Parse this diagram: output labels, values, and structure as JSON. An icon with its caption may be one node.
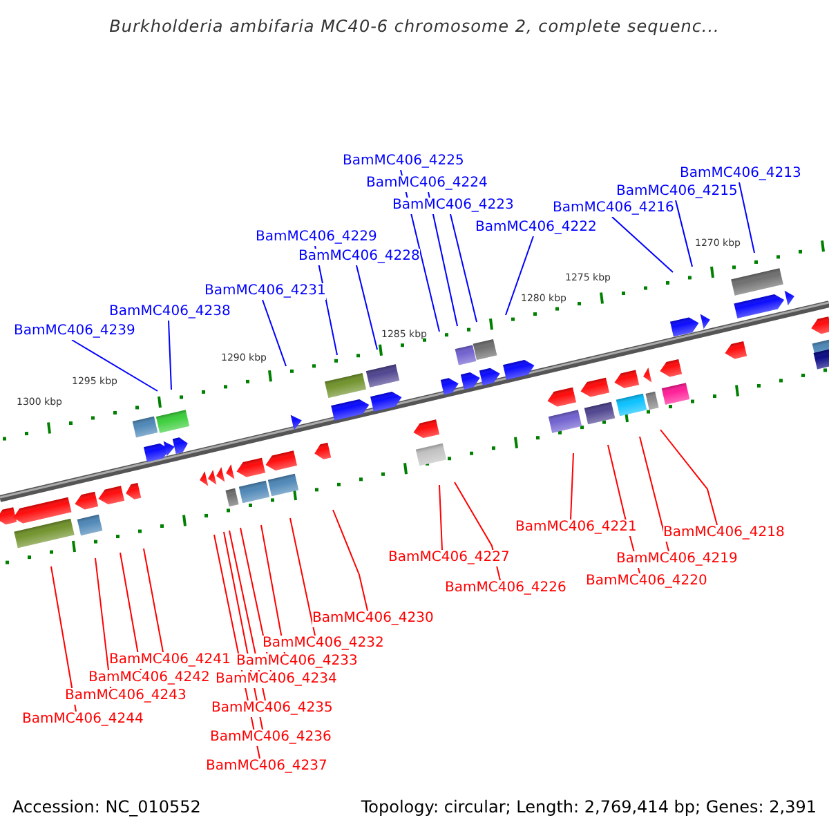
{
  "diagram": {
    "title": "Burkholderia ambifaria MC40-6 chromosome 2, complete sequenc...",
    "nodes": [
      {
        "text": [
          "BamMC406_4225"
        ]
      },
      {
        "text": [
          "BamMC406_4213"
        ]
      },
      {
        "text": [
          "BamMC406_4224"
        ]
      },
      {
        "text": [
          "BamMC406_4215"
        ]
      },
      {
        "text": [
          "BamMC406_4223"
        ]
      },
      {
        "text": [
          "BamMC406_4216"
        ]
      },
      {
        "text": [
          "BamMC406_4222"
        ]
      },
      {
        "text": [
          "BamMC406_4229"
        ]
      },
      {
        "text": [
          "BamMC406_4228"
        ]
      },
      {
        "text": [
          "BamMC406_4231"
        ]
      },
      {
        "text": [
          "BamMC406_4238"
        ]
      },
      {
        "text": [
          "BamMC406_4239"
        ]
      },
      {
        "text": [
          "BamMC406_4221"
        ]
      },
      {
        "text": [
          "BamMC406_4218"
        ]
      },
      {
        "text": [
          "BamMC406_4227"
        ]
      },
      {
        "text": [
          "BamMC406_4219"
        ]
      },
      {
        "text": [
          "BamMC406_4220"
        ]
      },
      {
        "text": [
          "BamMC406_4226"
        ]
      },
      {
        "text": [
          "BamMC406_4230"
        ]
      },
      {
        "text": [
          "BamMC406_4232"
        ]
      },
      {
        "text": [
          "BamMC406_4241"
        ]
      },
      {
        "text": [
          "BamMC406_4233"
        ]
      },
      {
        "text": [
          "BamMC406_4242"
        ]
      },
      {
        "text": [
          "BamMC406_4234"
        ]
      },
      {
        "text": [
          "BamMC406_4243"
        ]
      },
      {
        "text": [
          "BamMC406_4235"
        ]
      },
      {
        "text": [
          "BamMC406_4244"
        ]
      },
      {
        "text": [
          "BamMC406_4236"
        ]
      },
      {
        "text": [
          "BamMC406_4237"
        ]
      }
    ],
    "edges": [
      {
        "from": 0,
        "to": null,
        "arrow": "none",
        "color": "#0000ff"
      },
      {
        "from": 1,
        "to": null,
        "arrow": "none",
        "color": "#0000ff"
      },
      {
        "from": 2,
        "to": null,
        "arrow": "none",
        "color": "#0000ff"
      },
      {
        "from": 3,
        "to": null,
        "arrow": "none",
        "color": "#0000ff"
      },
      {
        "from": 4,
        "to": null,
        "arrow": "none",
        "color": "#0000ff"
      },
      {
        "from": 5,
        "to": null,
        "arrow": "none",
        "color": "#0000ff"
      },
      {
        "from": 6,
        "to": null,
        "arrow": "none",
        "color": "#0000ff"
      },
      {
        "from": 7,
        "to": null,
        "arrow": "none",
        "color": "#0000ff"
      },
      {
        "from": 8,
        "to": null,
        "arrow": "none",
        "color": "#0000ff"
      },
      {
        "from": 9,
        "to": null,
        "arrow": "none",
        "color": "#0000ff"
      },
      {
        "from": 10,
        "to": null,
        "arrow": "none",
        "color": "#0000ff"
      },
      {
        "from": 11,
        "to": null,
        "arrow": "none",
        "color": "#0000ff"
      },
      {
        "from": 12,
        "to": null,
        "arrow": "none"
      },
      {
        "from": 13,
        "to": null,
        "arrow": "none"
      },
      {
        "from": 14,
        "to": null,
        "arrow": "none"
      },
      {
        "from": 15,
        "to": null,
        "arrow": "none"
      },
      {
        "from": 16,
        "to": null,
        "arrow": "none"
      },
      {
        "from": 17,
        "to": null,
        "arrow": "none"
      },
      {
        "from": 18,
        "to": null,
        "arrow": "none"
      },
      {
        "from": 19,
        "to": null,
        "arrow": "none"
      },
      {
        "from": 20,
        "to": null,
        "arrow": "none"
      },
      {
        "from": 21,
        "to": null,
        "arrow": "none"
      },
      {
        "from": 22,
        "to": null,
        "arrow": "none"
      },
      {
        "from": 23,
        "to": null,
        "arrow": "none"
      },
      {
        "from": 24,
        "to": null,
        "arrow": "none"
      },
      {
        "from": 25,
        "to": null,
        "arrow": "none"
      },
      {
        "from": 26,
        "to": null,
        "arrow": "none"
      },
      {
        "from": 27,
        "to": null,
        "arrow": "none"
      },
      {
        "from": 28,
        "to": null,
        "arrow": "none"
      }
    ],
    "labels": [
      "1270 kbp",
      "1275 kbp",
      "1280 kbp",
      "1285 kbp",
      "1290 kbp",
      "1295 kbp",
      "1300 kbp",
      "Accession: NC_010552",
      "Topology: circular; Length: 2,769,414 bp; Genes: 2,391"
    ]
  }
}
